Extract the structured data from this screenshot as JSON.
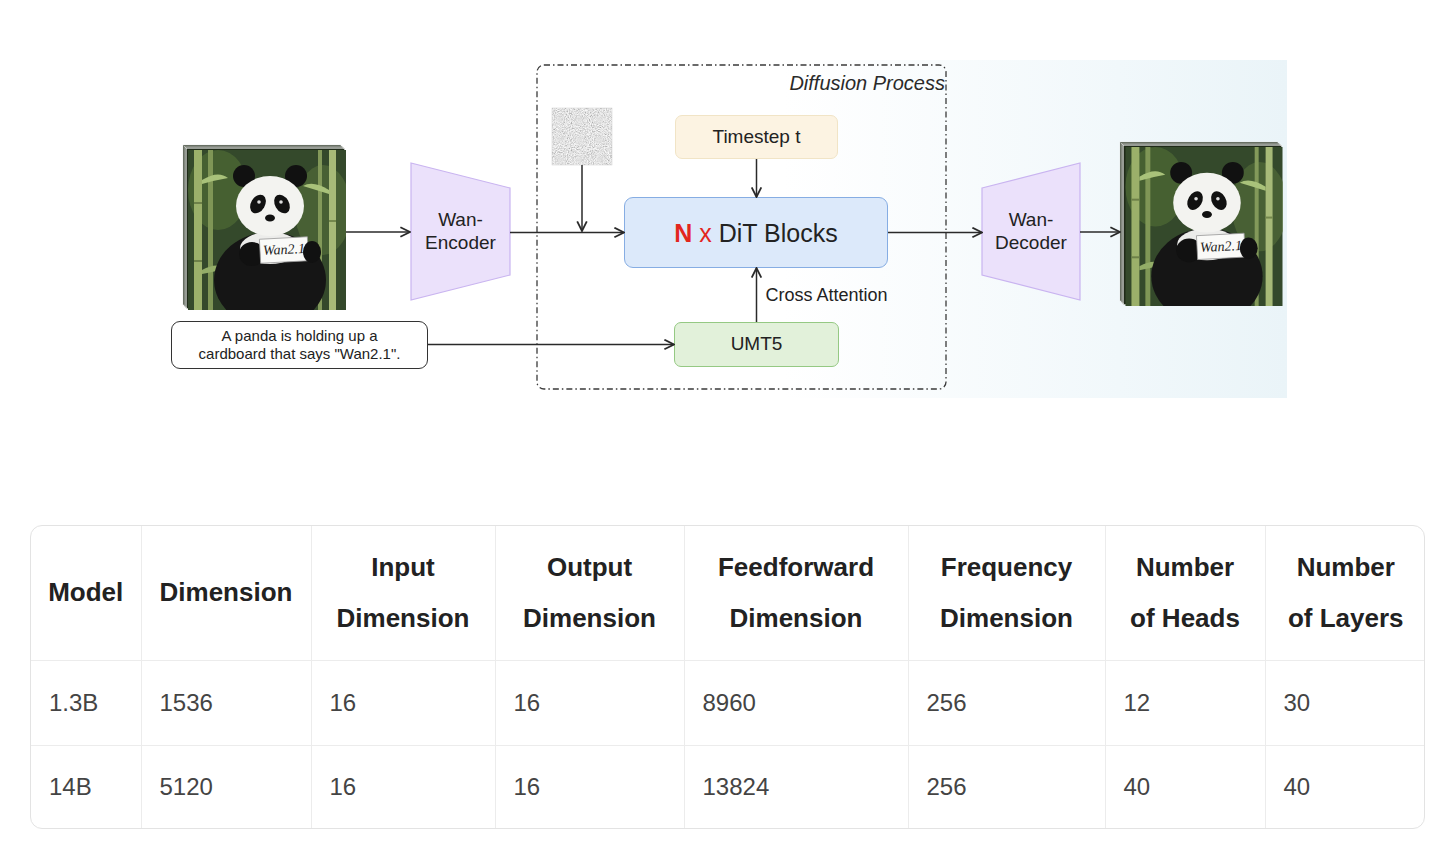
{
  "diagram": {
    "nodes": [
      {
        "text": [
          "Wan- Encoder"
        ]
      },
      {
        "text": [
          "A panda is holding up a cardboard that says \"Wan2.1\"."
        ]
      },
      {
        "text": [
          "Diffusion Process"
        ]
      },
      {
        "text": [
          "Timestep t"
        ],
        "in": 2
      },
      {
        "text": [
          "N x DiT Blocks"
        ],
        "in": 2
      },
      {
        "text": [
          "UMT5"
        ],
        "in": 2
      },
      {
        "text": [
          "Wan- Decoder"
        ]
      }
    ],
    "edges": [
      {
        "from": 0,
        "to": 4,
        "arrow": "to"
      },
      {
        "from": 3,
        "to": 4,
        "arrow": "to"
      },
      {
        "from": 5,
        "to": 4,
        "arrow": "to",
        "label": "Cross Attention"
      },
      {
        "from": 4,
        "to": 6,
        "arrow": "to"
      },
      {
        "from": 1,
        "to": 5,
        "arrow": "to"
      }
    ],
    "labels": [
      "Wan2.1",
      "Wan2.1",
      "Model",
      "Dimension",
      "Input Dimension",
      "Output Dimension",
      "Feedforward Dimension",
      "Frequency Dimension",
      "Number of Heads",
      "Number of Layers",
      "1.3B",
      "1536",
      "16",
      "16",
      "8960",
      "256",
      "12",
      "30",
      "14B",
      "5120",
      "16",
      "16",
      "13824",
      "256",
      "40",
      "40"
    ]
  }
}
